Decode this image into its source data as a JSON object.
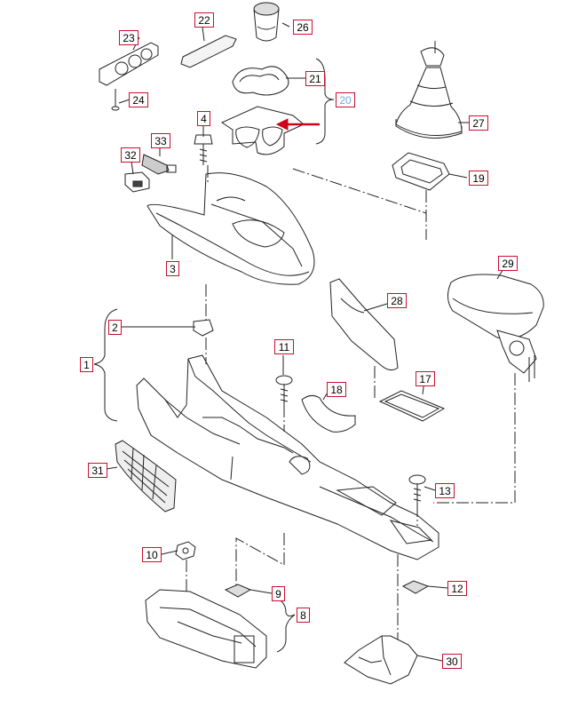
{
  "diagram": {
    "labels": {
      "l1": "1",
      "l2": "2",
      "l3": "3",
      "l4": "4",
      "l8": "8",
      "l9": "9",
      "l10": "10",
      "l11": "11",
      "l12": "12",
      "l13": "13",
      "l17": "17",
      "l18": "18",
      "l19": "19",
      "l20": "20",
      "l21": "21",
      "l22": "22",
      "l23": "23",
      "l24": "24",
      "l26": "26",
      "l27": "27",
      "l28": "28",
      "l29": "29",
      "l30": "30",
      "l31": "31",
      "l32": "32",
      "l33": "33"
    },
    "colors": {
      "label_border": "#c8102e",
      "highlight_text": "#6fa8dc",
      "arrow": "#d0021b",
      "line": "#222222"
    }
  }
}
